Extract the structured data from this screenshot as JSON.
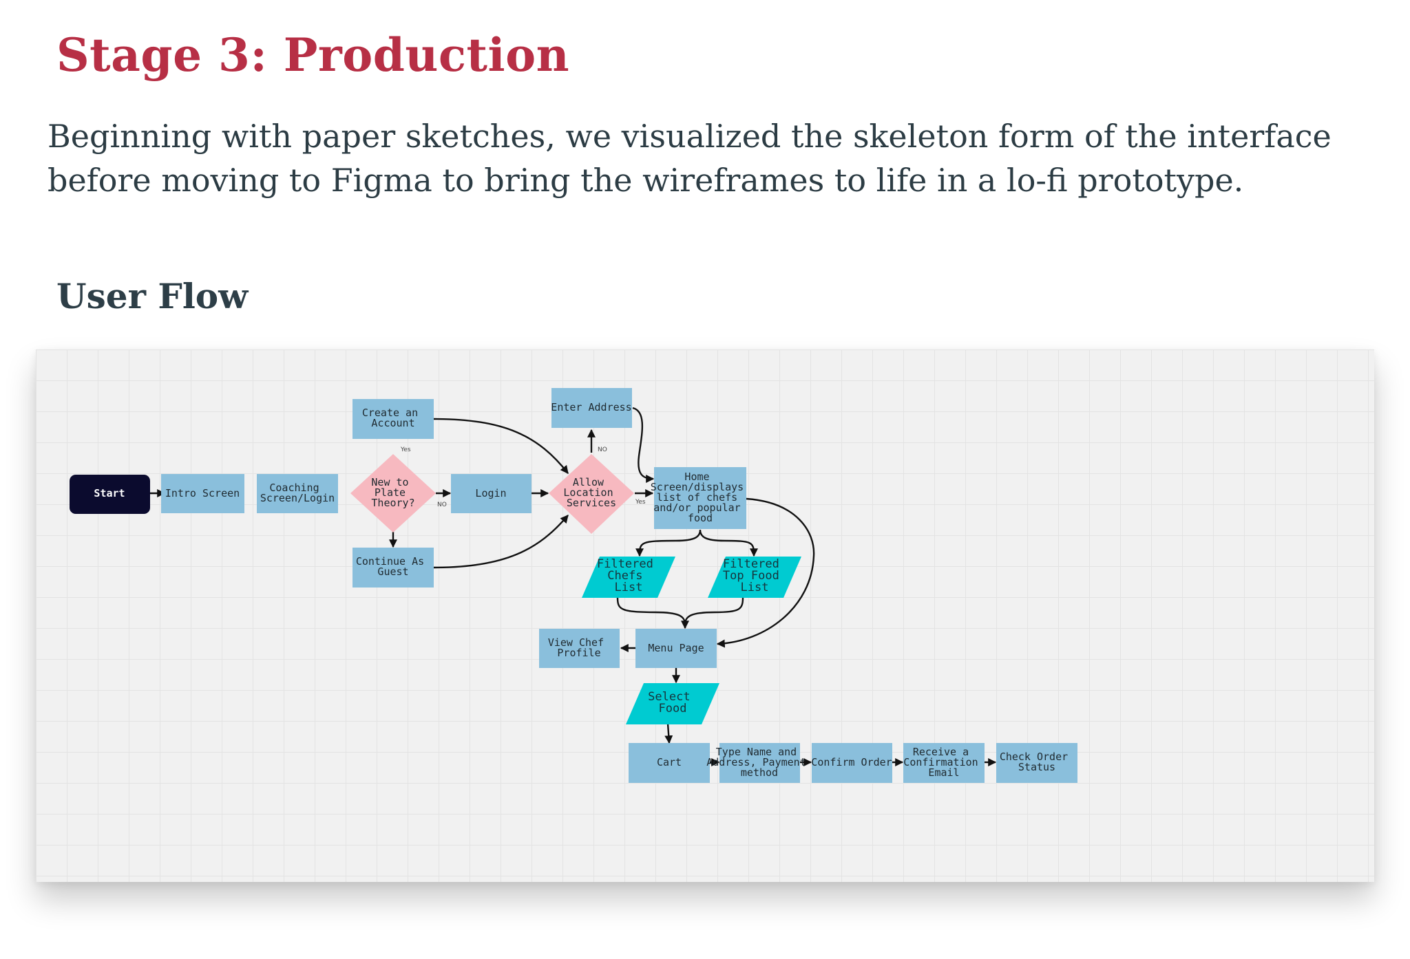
{
  "header": {
    "title": "Stage 3: Production",
    "intro": "Beginning with paper sketches, we visualized the skeleton form of the interface before moving to Figma to bring the wireframes to life in a lo-fi prototype.",
    "section_title": "User Flow"
  },
  "flow": {
    "nodes": {
      "start": [
        "Start"
      ],
      "intro": [
        "Intro Screen"
      ],
      "coaching": [
        "Coaching",
        "Screen/Login"
      ],
      "new_to": [
        "New to",
        "Plate",
        "Theory?"
      ],
      "create": [
        "Create an",
        "Account"
      ],
      "guest": [
        "Continue As",
        "Guest"
      ],
      "login": [
        "Login"
      ],
      "location": [
        "Allow",
        "Location",
        "Services"
      ],
      "address": [
        "Enter Address"
      ],
      "home": [
        "Home",
        "Screen/displays",
        "list of chefs",
        "and/or popular",
        "food"
      ],
      "chefs": [
        "Filtered",
        "Chefs",
        "List"
      ],
      "top_food": [
        "Filtered",
        "Top Food",
        "List"
      ],
      "menu": [
        "Menu Page"
      ],
      "chef_profile": [
        "View Chef",
        "Profile"
      ],
      "select": [
        "Select",
        "Food"
      ],
      "cart": [
        "Cart"
      ],
      "type": [
        "Type Name and",
        "Address, Payment",
        "method"
      ],
      "confirm": [
        "Confirm Order"
      ],
      "receive": [
        "Receive a",
        "Confirmation",
        "Email"
      ],
      "status": [
        "Check Order",
        "Status"
      ]
    },
    "edge_labels": {
      "new_yes": "Yes",
      "new_no": "NO",
      "loc_no": "NO",
      "loc_yes": "Yes"
    },
    "colors": {
      "screen": "#8abfdc",
      "decision": "#f7b9c0",
      "filter": "#00cbd1",
      "start": "#0b0b2e"
    }
  }
}
